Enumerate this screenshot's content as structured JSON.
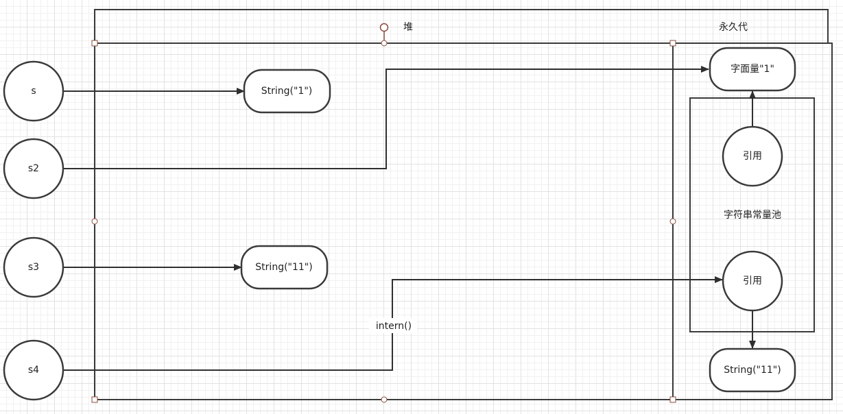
{
  "regions": {
    "heap": "堆",
    "permgen": "永久代",
    "string_pool": "字符串常量池"
  },
  "nodes": {
    "s": "s",
    "s2": "s2",
    "s3": "s3",
    "s4": "s4",
    "heap_string_1": "String(\"1\")",
    "heap_string_11": "String(\"11\")",
    "literal_1": "字面量\"1\"",
    "pool_ref_1": "引用",
    "pool_ref_2": "引用",
    "perm_string_11": "String(\"11\")"
  },
  "edges": {
    "intern_label": "intern()"
  }
}
